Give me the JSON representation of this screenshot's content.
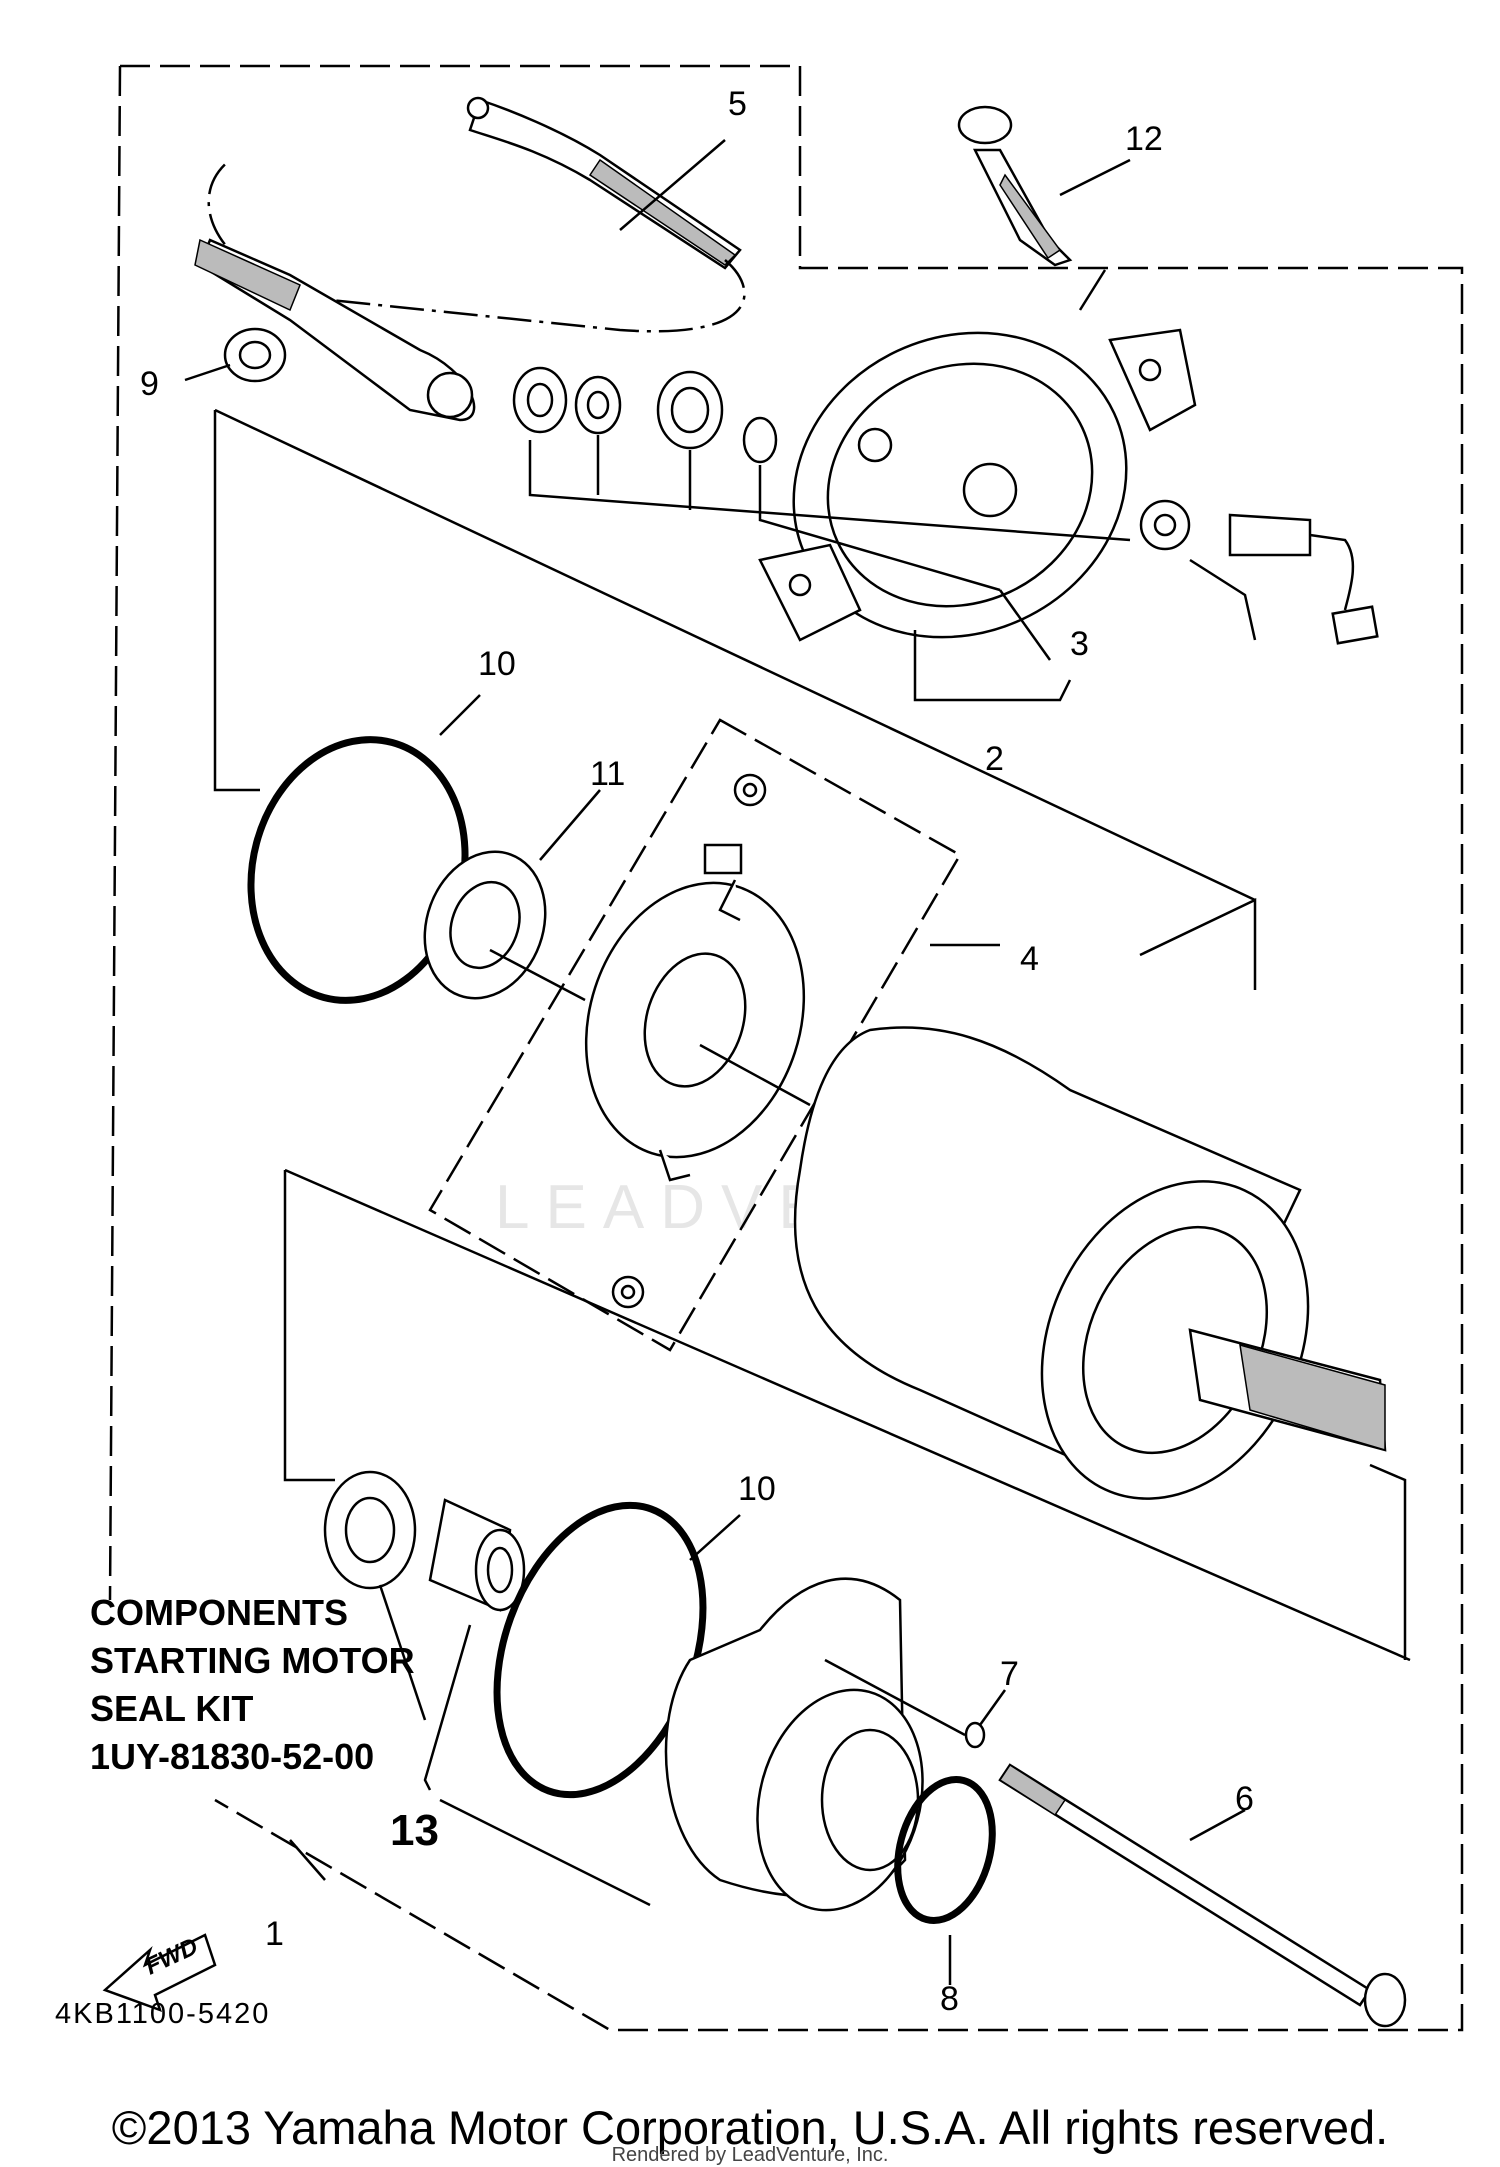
{
  "callouts": {
    "c1": "1",
    "c2": "2",
    "c3": "3",
    "c4": "4",
    "c5": "5",
    "c6": "6",
    "c7": "7",
    "c8": "8",
    "c9": "9",
    "c10a": "10",
    "c10b": "10",
    "c11": "11",
    "c12": "12",
    "c13": "13"
  },
  "seal_kit": {
    "line1": "COMPONENTS",
    "line2": "STARTING MOTOR",
    "line3": "SEAL KIT",
    "line4": "1UY-81830-52-00"
  },
  "fwd_label": "FWD",
  "diagram_code": "4KB1100-5420",
  "watermark": "LEADVENTURE",
  "copyright": "©2013 Yamaha Motor Corporation, U.S.A. All rights reserved.",
  "rendered_by": "Rendered by LeadVenture, Inc."
}
